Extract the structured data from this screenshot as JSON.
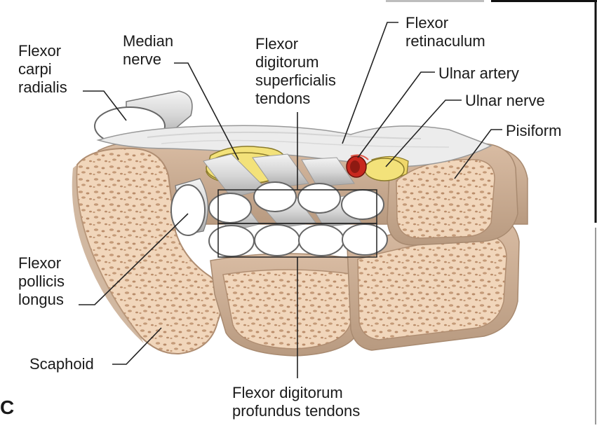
{
  "panel_letter": "C",
  "labels": {
    "flexor_carpi_radialis": "Flexor\ncarpi\nradialis",
    "median_nerve": "Median\nnerve",
    "fds_tendons": "Flexor\ndigitorum\nsuperficialis\ntendons",
    "flexor_retinaculum": "Flexor\nretinaculum",
    "ulnar_artery": "Ulnar artery",
    "ulnar_nerve": "Ulnar nerve",
    "pisiform": "Pisiform",
    "flexor_pollicis_longus": "Flexor\npollicis\nlongus",
    "scaphoid": "Scaphoid",
    "fdp_tendons": "Flexor digitorum\nprofundus tendons"
  },
  "colors": {
    "bone_fill": "#f1d6bb",
    "bone_edge": "#c9a98a",
    "bone_pore": "#c49a78",
    "tendon": "#ffffff",
    "tendon_shadow": "#c8c8c8",
    "nerve": "#f3e27a",
    "artery": "#c8281e",
    "retinaculum": "#ececec",
    "leader": "#222222"
  }
}
